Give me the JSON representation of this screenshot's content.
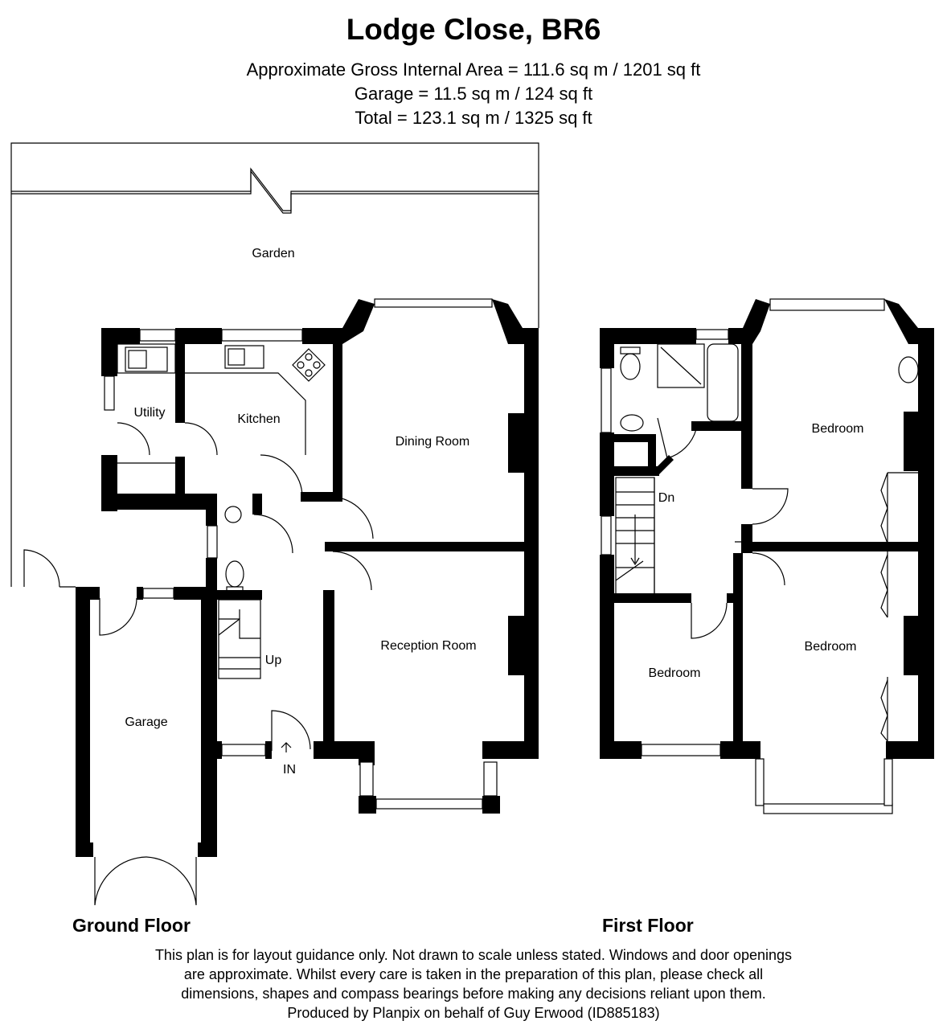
{
  "title": "Lodge Close, BR6",
  "areas": {
    "gross_internal": "Approximate Gross Internal Area = 111.6 sq m / 1201 sq ft",
    "garage": "Garage = 11.5 sq m / 124 sq ft",
    "total": "Total = 123.1 sq m / 1325 sq ft"
  },
  "ground_floor": {
    "label": "Ground Floor",
    "rooms": {
      "garden": "Garden",
      "utility": "Utility",
      "kitchen": "Kitchen",
      "dining_room": "Dining Room",
      "reception_room": "Reception Room",
      "garage": "Garage",
      "stairs_up": "Up",
      "entrance": "IN"
    }
  },
  "first_floor": {
    "label": "First Floor",
    "rooms": {
      "bedroom_rear": "Bedroom",
      "bedroom_front": "Bedroom",
      "bedroom_small": "Bedroom",
      "stairs_down": "Dn"
    }
  },
  "disclaimer": {
    "line1": "This plan is for layout guidance only. Not drawn to scale unless stated. Windows and door openings",
    "line2": "are approximate. Whilst every care is taken in the preparation of this plan, please check all",
    "line3": "dimensions, shapes and compass bearings before making any decisions reliant upon them.",
    "line4": "Produced by Planpix on behalf of Guy Erwood (ID885183)"
  }
}
